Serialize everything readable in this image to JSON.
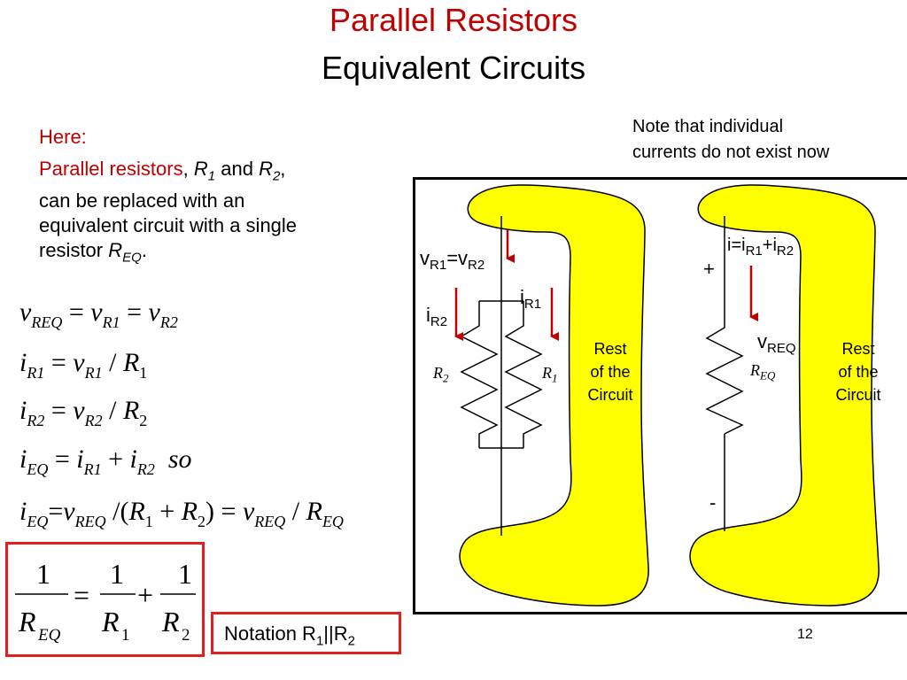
{
  "title": "Parallel Resistors",
  "subtitle": "Equivalent Circuits",
  "here_label": "Here:",
  "intro": {
    "parallel": "Parallel resistors",
    "comma": ",",
    "r": "R",
    "one": "1",
    "and": "and",
    "two": "2",
    "comma2": ",",
    "line2": "can be replaced with an",
    "line3": "equivalent circuit with a single",
    "line4": "resistor",
    "eq_sub": "EQ",
    "period": "."
  },
  "note": {
    "line1": "Note that individual",
    "line2": "currents do not exist now"
  },
  "equations": {
    "e1": {
      "v": "v",
      "req": "REQ",
      "eq": "=",
      "r1": "R1",
      "r2": "R2"
    },
    "e2": {
      "i": "i",
      "r1": "R1",
      "eq": "=",
      "v": "v",
      "slash": "/",
      "R": "R",
      "one": "1"
    },
    "e3": {
      "i": "i",
      "r2": "R2",
      "eq": "=",
      "v": "v",
      "slash": "/",
      "R": "R",
      "two": "2"
    },
    "e4": {
      "i": "i",
      "eqsub": "EQ",
      "eq": "=",
      "r1": "R1",
      "plus": "+",
      "r2": "R2",
      "so": "so"
    },
    "e5": {
      "i": "i",
      "eqsub": "EQ",
      "eq": "=",
      "v": "v",
      "req": "REQ",
      "slash": "/",
      "lparen": "(",
      "R": "R",
      "one": "1",
      "plus": "+",
      "two": "2",
      "rparen": ")"
    },
    "frac": {
      "num": "1",
      "R": "R",
      "eqsub": "EQ",
      "eq": "=",
      "plus": "+",
      "one": "1",
      "two": "2"
    }
  },
  "notation": {
    "text": "Notation R",
    "one": "1",
    "bars": "||R",
    "two": "2"
  },
  "circuit_left": {
    "v_label": "v",
    "r1": "R1",
    "eq": "=v",
    "r2": "R2",
    "i_label": "i",
    "res1": "R",
    "res1_sub": "1",
    "res2": "R",
    "res2_sub": "2",
    "rest": [
      "Rest",
      "of the",
      "Circuit"
    ]
  },
  "circuit_right": {
    "i_eq": "i=i",
    "r1": "R1",
    "plus": "+i",
    "r2": "R2",
    "plus_sign": "+",
    "minus_sign": "-",
    "v_label": "v",
    "req": "REQ",
    "res": "R",
    "res_sub": "EQ",
    "rest": [
      "Rest",
      "of the",
      "Circuit"
    ]
  },
  "page_number": "12",
  "colors": {
    "title": "#c00000",
    "blob": "#ffff00",
    "arrow": "#c00000",
    "box": "#e02020"
  }
}
